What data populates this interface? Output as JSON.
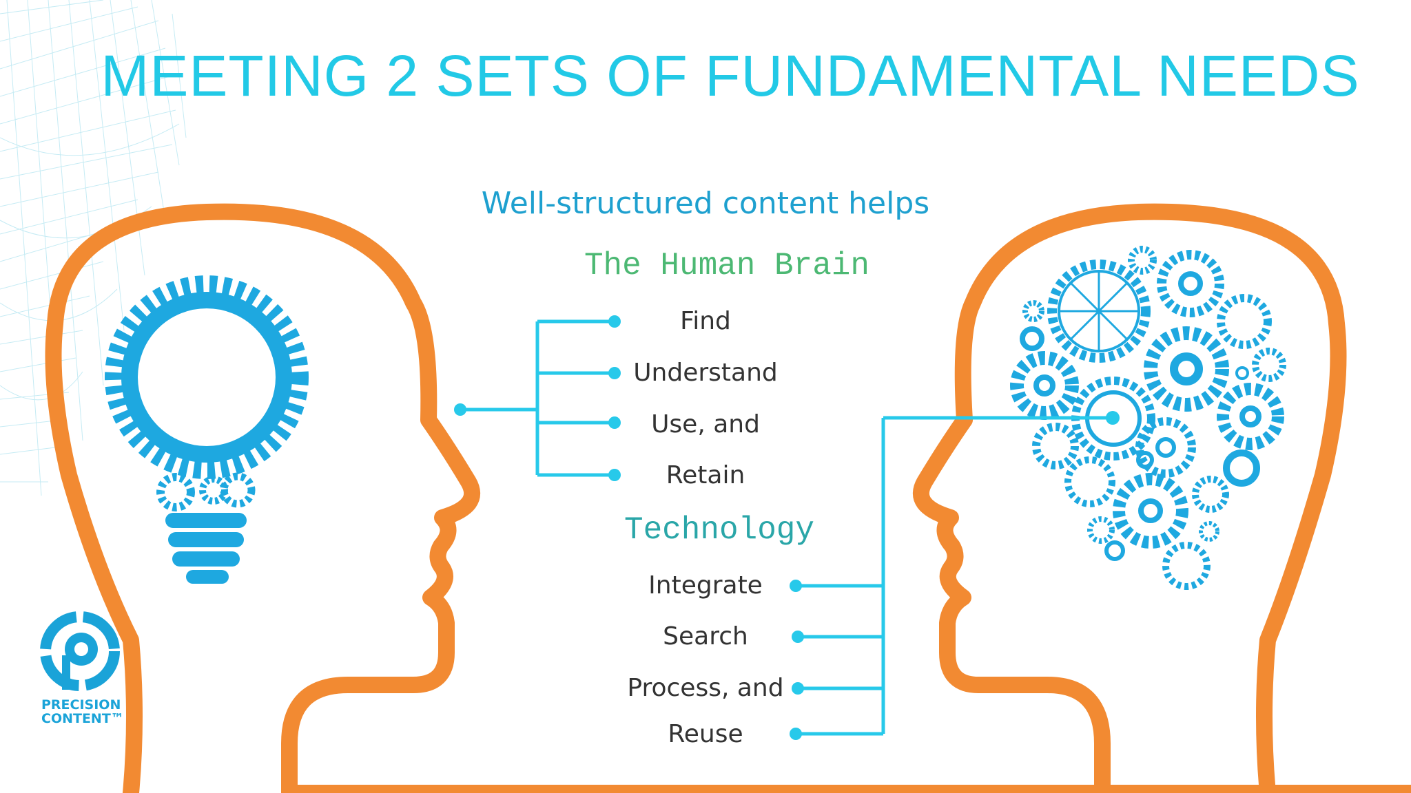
{
  "slide": {
    "title": "MEETING 2 SETS OF FUNDAMENTAL NEEDS",
    "subtitle": "Well-structured content helps",
    "human_heading": "The Human Brain",
    "human_items": [
      "Find",
      "Understand",
      "Use, and",
      "Retain"
    ],
    "tech_heading": "Technology",
    "tech_items": [
      "Integrate",
      "Search",
      "Process, and",
      "Reuse"
    ]
  },
  "logo": {
    "line1": "PRECISION",
    "line2": "CONTENT™"
  },
  "colors": {
    "title": "#22c9e6",
    "subtitle": "#1ea0cf",
    "head_outline": "#f28a32",
    "connector": "#27c9ea",
    "gear": "#1ea8e0",
    "human_heading": "#4cb873",
    "tech_heading": "#2aa6a8"
  },
  "icons": [
    "lightbulb-gear-icon",
    "brain-gears-icon",
    "precision-content-logo"
  ]
}
